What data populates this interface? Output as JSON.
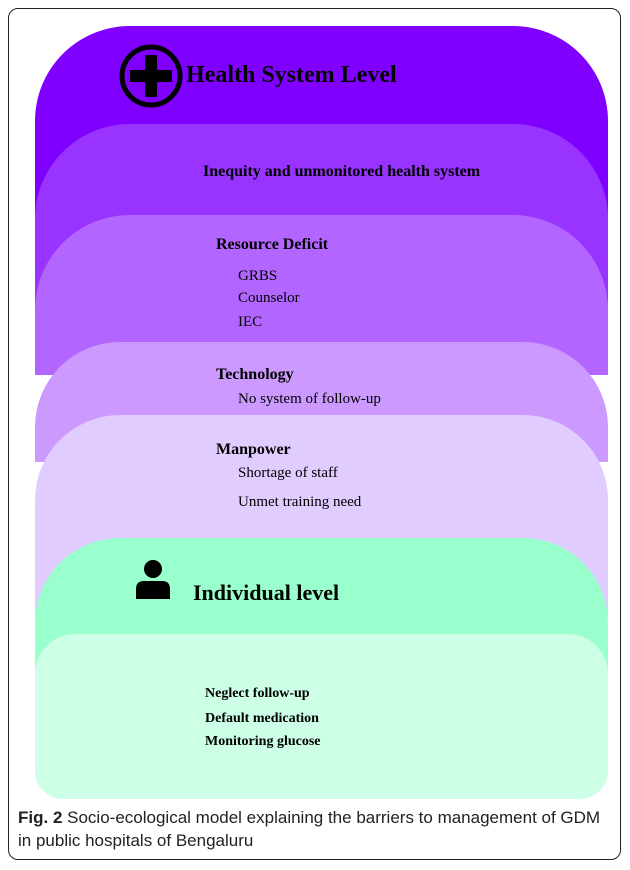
{
  "health_system": {
    "title": "Health System Level",
    "level_1": {
      "heading": "Inequity and unmonitored health system"
    },
    "level_2": {
      "heading": "Resource Deficit",
      "items": [
        "GRBS",
        "Counselor",
        "IEC"
      ]
    },
    "level_3": {
      "heading": "Technology",
      "items": [
        "No system of follow-up"
      ]
    },
    "level_4": {
      "heading": "Manpower",
      "items": [
        "Shortage of staff",
        "Unmet training need"
      ]
    }
  },
  "individual": {
    "title": "Individual level",
    "items": [
      "Neglect follow-up",
      "Default medication",
      "Monitoring glucose"
    ]
  },
  "caption": {
    "label": "Fig. 2",
    "text": "Socio-ecological model explaining the barriers to management of GDM in public hospitals of Bengaluru"
  },
  "colors": {
    "layer_1": "#7f00ff",
    "layer_2": "#9933ff",
    "layer_3": "#b266ff",
    "layer_4": "#cc99ff",
    "layer_5": "#e0ccff",
    "layer_6": "#99ffcc",
    "layer_7": "#ccffe6"
  },
  "icons": {
    "health_system": "plus-circle-icon",
    "individual": "person-icon"
  }
}
